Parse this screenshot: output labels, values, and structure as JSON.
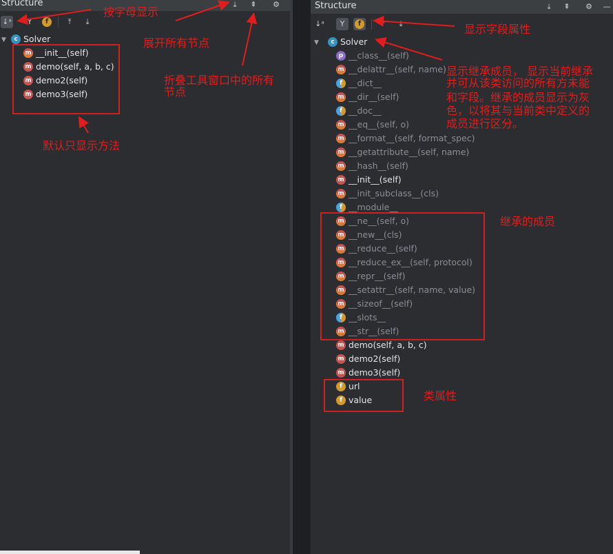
{
  "left_panel": {
    "title": "Structure",
    "tree": {
      "root": "Solver",
      "items": [
        "__init__(self)",
        "demo(self, a, b, c)",
        "demo2(self)",
        "demo3(self)"
      ]
    }
  },
  "right_panel": {
    "title": "Structure",
    "tree": {
      "root": "Solver",
      "items": [
        {
          "label": "__class__(self)",
          "icon": "p",
          "inherited": true
        },
        {
          "label": "__delattr__(self, name)",
          "icon": "m",
          "inherited": true
        },
        {
          "label": "__dict__",
          "icon": "f",
          "inherited": true
        },
        {
          "label": "__dir__(self)",
          "icon": "m",
          "inherited": true
        },
        {
          "label": "__doc__",
          "icon": "f",
          "inherited": true
        },
        {
          "label": "__eq__(self, o)",
          "icon": "m",
          "inherited": true
        },
        {
          "label": "__format__(self, format_spec)",
          "icon": "m",
          "inherited": true
        },
        {
          "label": "__getattribute__(self, name)",
          "icon": "m",
          "inherited": true
        },
        {
          "label": "__hash__(self)",
          "icon": "m",
          "inherited": true
        },
        {
          "label": "__init__(self)",
          "icon": "m",
          "inherited": false
        },
        {
          "label": "__init_subclass__(cls)",
          "icon": "m",
          "inherited": true
        },
        {
          "label": "__module__",
          "icon": "f",
          "inherited": true
        },
        {
          "label": "__ne__(self, o)",
          "icon": "m",
          "inherited": true
        },
        {
          "label": "__new__(cls)",
          "icon": "m",
          "inherited": true
        },
        {
          "label": "__reduce__(self)",
          "icon": "m",
          "inherited": true
        },
        {
          "label": "__reduce_ex__(self, protocol)",
          "icon": "m",
          "inherited": true
        },
        {
          "label": "__repr__(self)",
          "icon": "m",
          "inherited": true
        },
        {
          "label": "__setattr__(self, name, value)",
          "icon": "m",
          "inherited": true
        },
        {
          "label": "__sizeof__(self)",
          "icon": "m",
          "inherited": true
        },
        {
          "label": "__slots__",
          "icon": "f",
          "inherited": true
        },
        {
          "label": "__str__(self)",
          "icon": "m",
          "inherited": true
        },
        {
          "label": "demo(self, a, b, c)",
          "icon": "m",
          "inherited": false
        },
        {
          "label": "demo2(self)",
          "icon": "m",
          "inherited": false
        },
        {
          "label": "demo3(self)",
          "icon": "m",
          "inherited": false
        },
        {
          "label": "url",
          "icon": "f",
          "inherited": false
        },
        {
          "label": "value",
          "icon": "f",
          "inherited": false
        }
      ]
    }
  },
  "annotations": {
    "sort_alpha": "按字母显示",
    "expand_all": "展开所有节点",
    "collapse_all_line1": "折叠工具窗口中的所有",
    "collapse_all_line2": "节点",
    "default_methods": "默认只显示方法",
    "show_fields": "显示字段属性",
    "inherited_line1": "显示继承成员， 显示当前继承",
    "inherited_line2": "并可从该类访问的所有方未能",
    "inherited_line3": "和字段。继承的成员显示为灰",
    "inherited_line4": "色，以将其与当前类中定义的",
    "inherited_line5": "成员进行区分。",
    "inherited_members": "继承的成员",
    "class_attributes": "类属性"
  },
  "colors": {
    "background": "#2b2d30",
    "annotation_red": "#e21d1d",
    "method_icon": "#c75450",
    "field_icon": "#d39b2a",
    "class_icon": "#3592c4"
  },
  "icons": {
    "toolbar": [
      "sort-alpha-icon",
      "inherited-icon",
      "fields-icon",
      "expand-all-icon",
      "collapse-all-icon",
      "gear-icon",
      "minimize-icon"
    ]
  }
}
